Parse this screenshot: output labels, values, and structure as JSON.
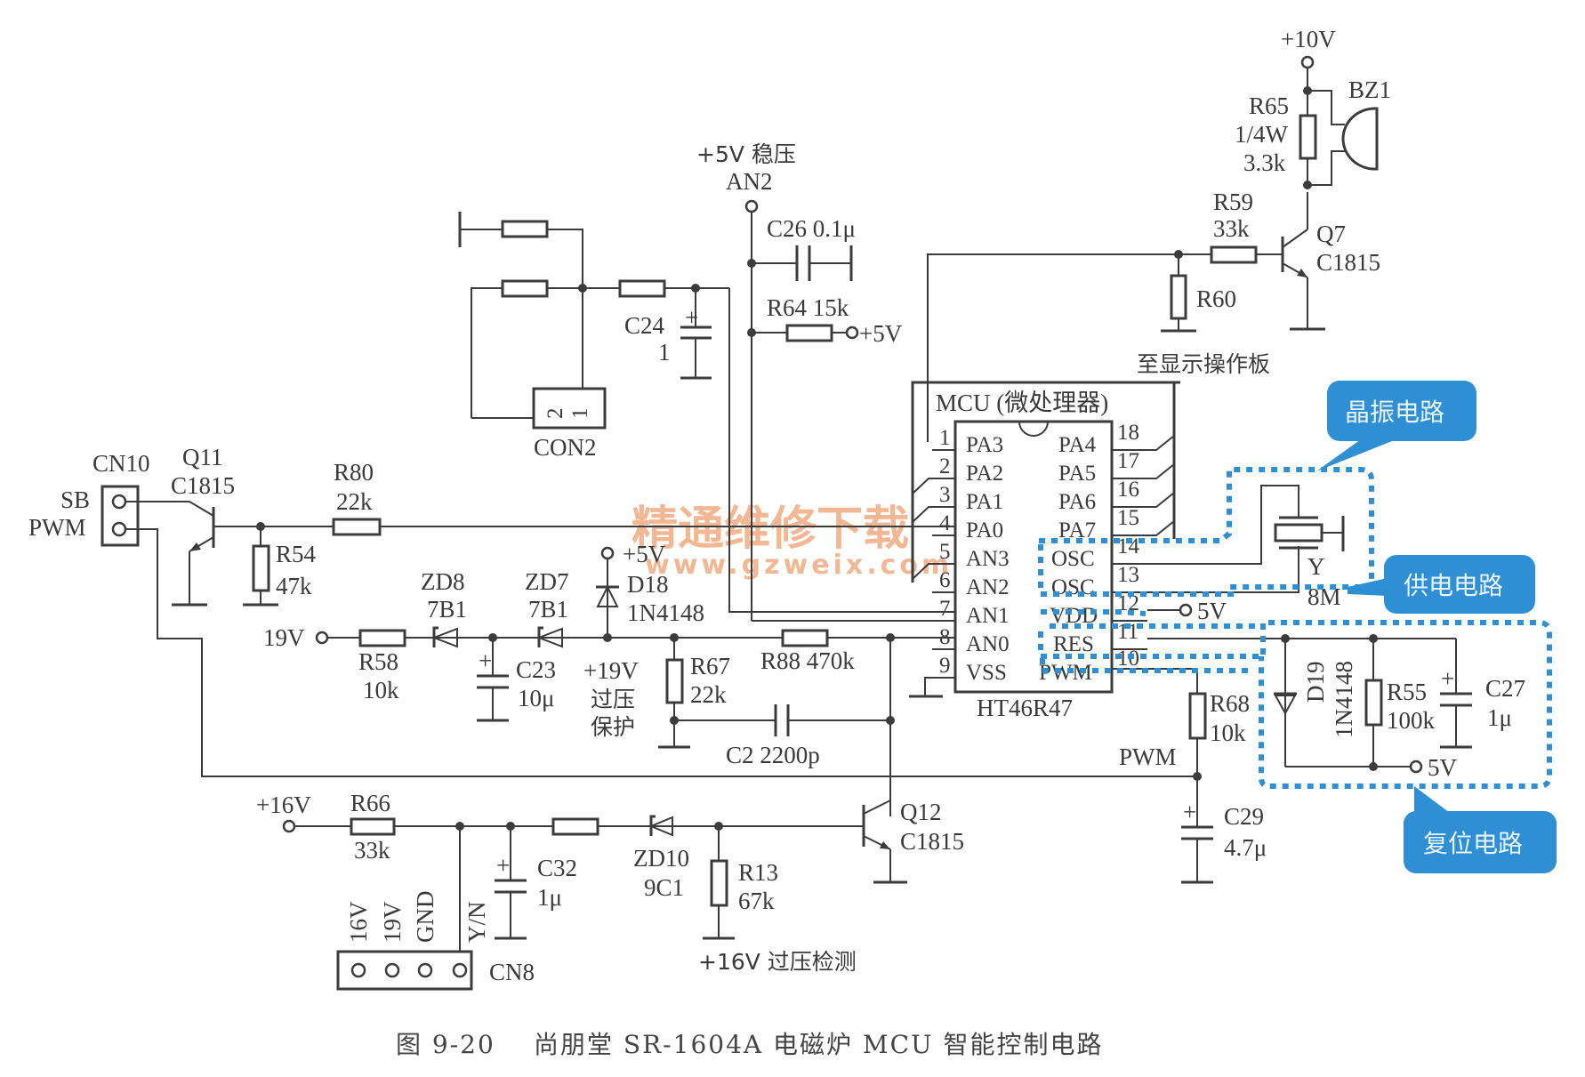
{
  "caption": {
    "figure_no": "图 9-20",
    "title": "尚朋堂 SR-1604A 电磁炉 MCU 智能控制电路"
  },
  "watermark": {
    "text": "精通维修下载",
    "url": "www.gzweix.com"
  },
  "callouts": {
    "crystal": "晶振电路",
    "power": "供电电路",
    "reset": "复位电路"
  },
  "mcu": {
    "title": "MCU (微处理器)",
    "part": "HT46R47",
    "left_pins": [
      {
        "num": "1",
        "name": "PA3"
      },
      {
        "num": "2",
        "name": "PA2"
      },
      {
        "num": "3",
        "name": "PA1"
      },
      {
        "num": "4",
        "name": "PA0"
      },
      {
        "num": "5",
        "name": "AN3"
      },
      {
        "num": "6",
        "name": "AN2"
      },
      {
        "num": "7",
        "name": "AN1"
      },
      {
        "num": "8",
        "name": "AN0"
      },
      {
        "num": "9",
        "name": "VSS"
      }
    ],
    "right_pins": [
      {
        "num": "18",
        "name": "PA4"
      },
      {
        "num": "17",
        "name": "PA5"
      },
      {
        "num": "16",
        "name": "PA6"
      },
      {
        "num": "15",
        "name": "PA7"
      },
      {
        "num": "14",
        "name": "OSC"
      },
      {
        "num": "13",
        "name": "OSC"
      },
      {
        "num": "12",
        "name": "VDD"
      },
      {
        "num": "11",
        "name": "RES"
      },
      {
        "num": "10",
        "name": "PWM"
      }
    ]
  },
  "labels": {
    "display_board": "至显示操作板",
    "v10": "+10V",
    "bz1": "BZ1",
    "r65": "R65",
    "r65_p": "1/4W",
    "r65_v": "3.3k",
    "r59": "R59",
    "r59_v": "33k",
    "q7": "Q7",
    "q7_v": "C1815",
    "r60": "R60",
    "v5_stab": "+5V 稳压",
    "an2": "AN2",
    "c26": "C26 0.1μ",
    "r64": "R64 15k",
    "v5_r64": "+5V",
    "c24": "C24",
    "c24_v": "1",
    "con2": "CON2",
    "con2_p2": "2",
    "con2_p1": "1",
    "cn10": "CN10",
    "sb": "SB",
    "pwm_cn10": "PWM",
    "q11": "Q11",
    "q11_v": "C1815",
    "r80": "R80",
    "r80_v": "22k",
    "r54": "R54",
    "r54_v": "47k",
    "zd8": "ZD8",
    "zd8_v": "7B1",
    "zd7": "ZD7",
    "zd7_v": "7B1",
    "v5_d18": "+5V",
    "d18": "D18",
    "d18_v": "1N4148",
    "v19": "19V",
    "r58": "R58",
    "r58_v": "10k",
    "c23": "C23",
    "c23_v": "10μ",
    "ov19_1": "+19V",
    "ov19_2": "过压",
    "ov19_3": "保护",
    "r67": "R67",
    "r67_v": "22k",
    "r88": "R88 470k",
    "c2": "C2 2200p",
    "y": "Y",
    "y_v": "8M",
    "v5_vdd": "5V",
    "r68": "R68",
    "r68_v": "10k",
    "pwm_net": "PWM",
    "d19": "D19",
    "d19_v": "1N4148",
    "r55": "R55",
    "r55_v": "100k",
    "c27": "C27",
    "c27_v": "1μ",
    "v5_reset": "5V",
    "c29": "C29",
    "c29_v": "4.7μ",
    "v16": "+16V",
    "r66": "R66",
    "r66_v": "33k",
    "c32": "C32",
    "c32_v": "1μ",
    "zd10": "ZD10",
    "zd10_v": "9C1",
    "r13": "R13",
    "r13_v": "67k",
    "ov16": "+16V 过压检测",
    "q12": "Q12",
    "q12_v": "C1815",
    "cn8": "CN8",
    "cn8_pins": [
      "16V",
      "19V",
      "GND",
      "Y/N"
    ]
  }
}
